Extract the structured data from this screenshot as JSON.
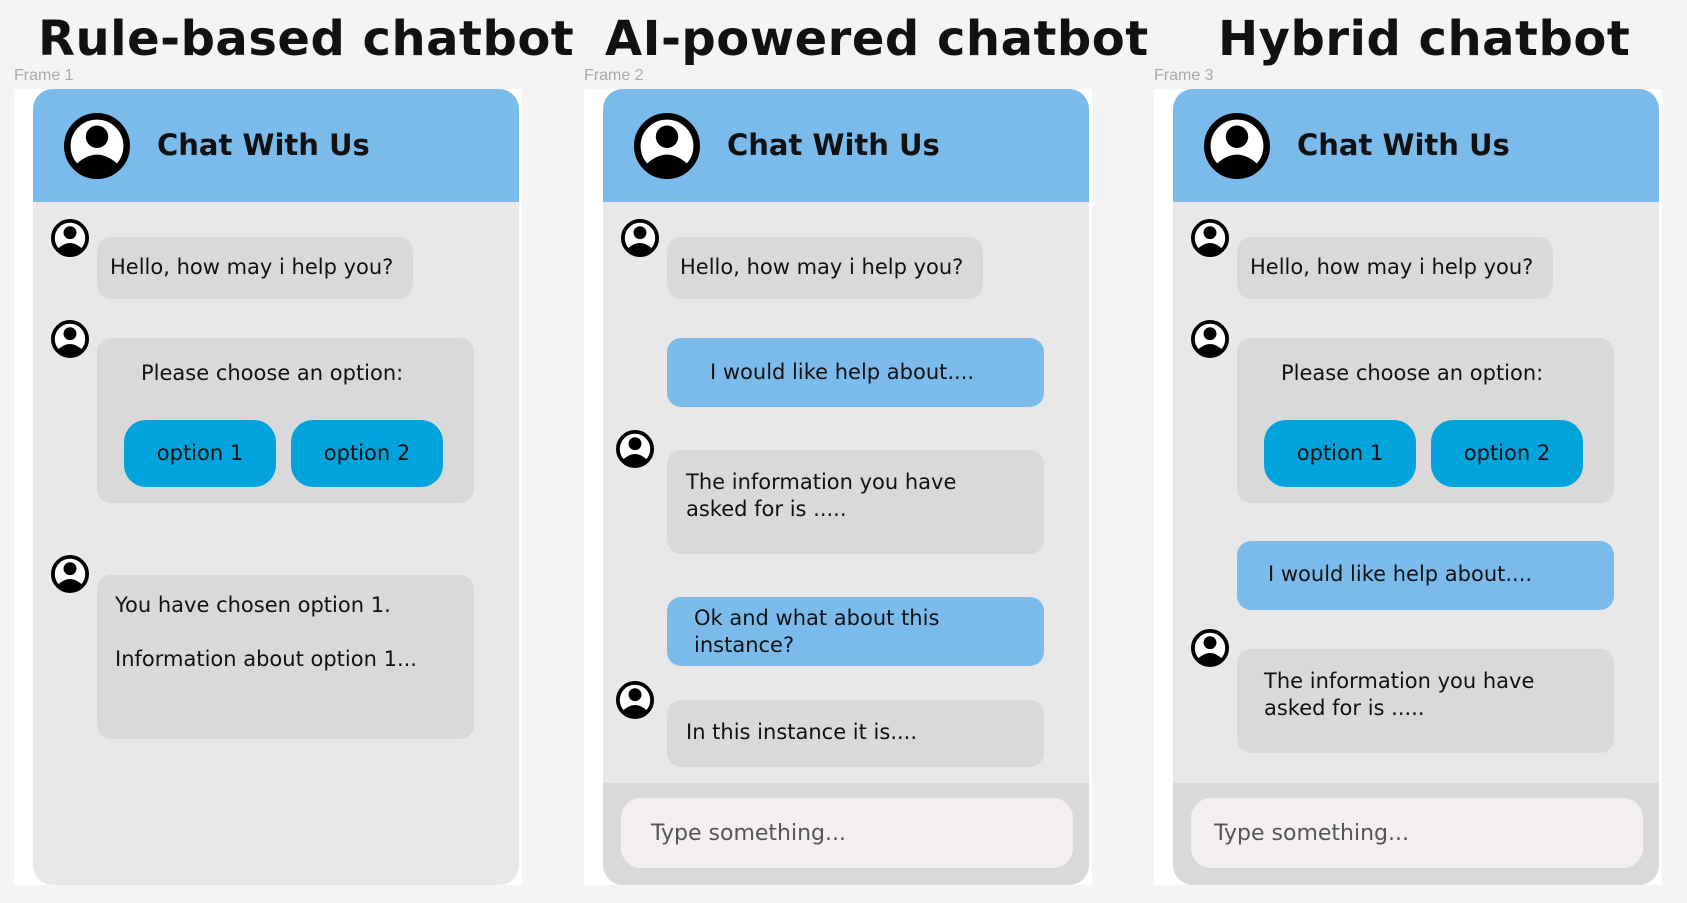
{
  "headings": [
    "Rule-based chatbot",
    "AI-powered chatbot",
    "Hybrid chatbot"
  ],
  "frames": [
    {
      "label": "Frame 1",
      "header_title": "Chat With Us",
      "greeting": "Hello, how may i help you?",
      "choose_prompt": "Please choose an option:",
      "options": [
        "option 1",
        "option 2"
      ],
      "response": "You have chosen option 1.\n\nInformation about option 1..."
    },
    {
      "label": "Frame 2",
      "header_title": "Chat With Us",
      "greeting": "Hello, how may i help you?",
      "user_message_1": "I would like help about....",
      "bot_reply_1": "The information you have\nasked for is .....",
      "user_message_2": "Ok and what about this\ninstance?",
      "bot_reply_2": "In this instance it is....",
      "input_placeholder": "Type something..."
    },
    {
      "label": "Frame 3",
      "header_title": "Chat With Us",
      "greeting": "Hello, how may i help you?",
      "choose_prompt": "Please choose an option:",
      "options": [
        "option 1",
        "option 2"
      ],
      "user_message_1": "I would like help about....",
      "bot_reply_1": "The information you have\nasked for is .....",
      "input_placeholder": "Type something..."
    }
  ],
  "colors": {
    "header_blue": "#7bbbec",
    "option_button": "#00a3dc",
    "bot_bubble": "#d9d9d9",
    "chat_background": "#e8e8e8",
    "input_field": "#f5f0f0"
  },
  "icons": {
    "user_avatar": "user-circle-icon"
  }
}
